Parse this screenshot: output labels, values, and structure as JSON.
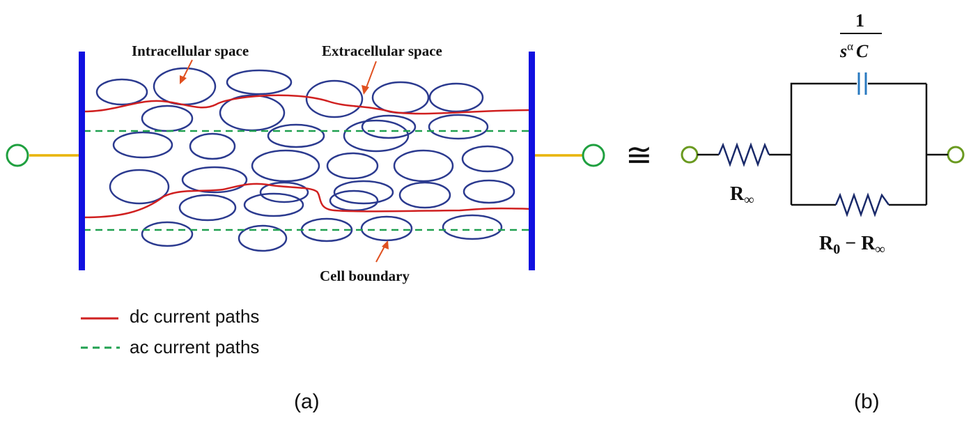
{
  "panel_a": {
    "label_intracellular": "Intracellular space",
    "label_extracellular": "Extracellular space",
    "label_cell_boundary": "Cell boundary",
    "legend": {
      "dc": "dc current paths",
      "ac": "ac current paths"
    },
    "caption": "(a)"
  },
  "approx_symbol": "≅",
  "panel_b": {
    "cap_numerator": "1",
    "cap_denominator_s": "s",
    "cap_denominator_alpha": "α",
    "cap_denominator_c": "C",
    "r_inf_main": "R",
    "r_inf_sub": "∞",
    "r_diff_r0": "R",
    "r_diff_r0_sub": "0",
    "r_diff_minus": " − R",
    "r_diff_inf_sub": "∞",
    "caption": "(b)"
  },
  "colors": {
    "electrode": "#1010e0",
    "lead": "#e8b400",
    "terminal_a": "#20a040",
    "terminal_b": "#6a9a20",
    "cell": "#2b3a8f",
    "dc_path": "#d02020",
    "ac_path": "#20a050",
    "arrow": "#e05020",
    "resistor": "#1a2a6a",
    "capacitor": "#2a7ac0"
  }
}
